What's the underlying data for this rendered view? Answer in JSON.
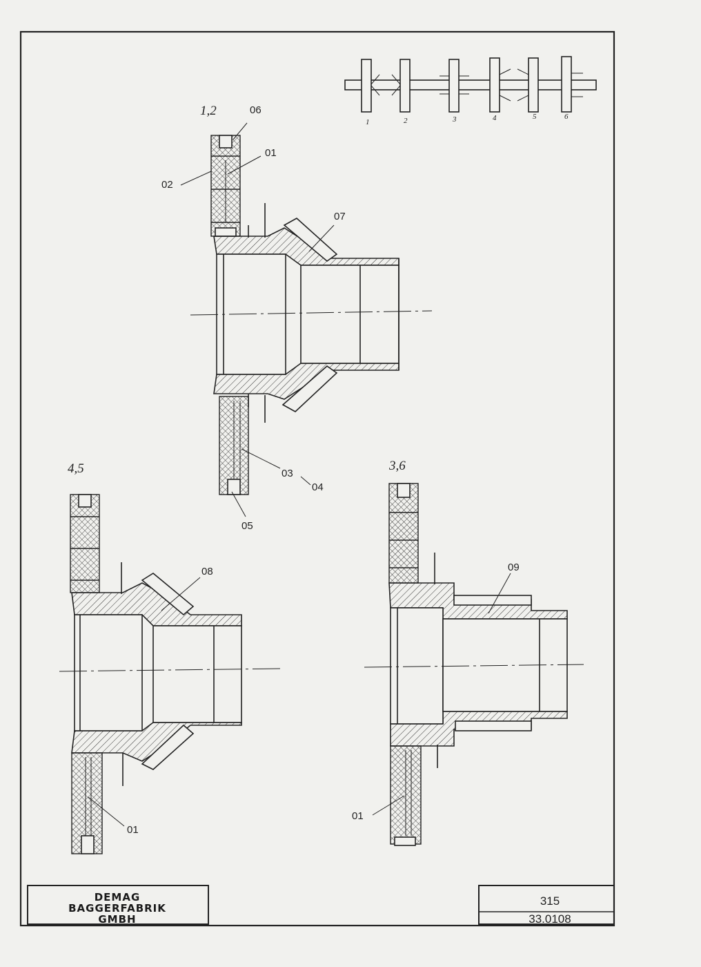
{
  "layout_key": {
    "positions": [
      "1",
      "2",
      "3",
      "4",
      "5",
      "6"
    ]
  },
  "views": {
    "top": {
      "title": "1,2",
      "callouts": [
        "06",
        "01",
        "02",
        "07",
        "03",
        "04",
        "05"
      ]
    },
    "bottom_left": {
      "title": "4,5",
      "callouts": [
        "08",
        "01"
      ]
    },
    "bottom_right": {
      "title": "3,6",
      "callouts": [
        "09",
        "01"
      ]
    }
  },
  "title_block": {
    "company_line1": "DEMAG",
    "company_line2": "BAGGERFABRIK",
    "company_line3": "GMBH",
    "sheet_number": "315",
    "drawing_number": "33.0108"
  }
}
